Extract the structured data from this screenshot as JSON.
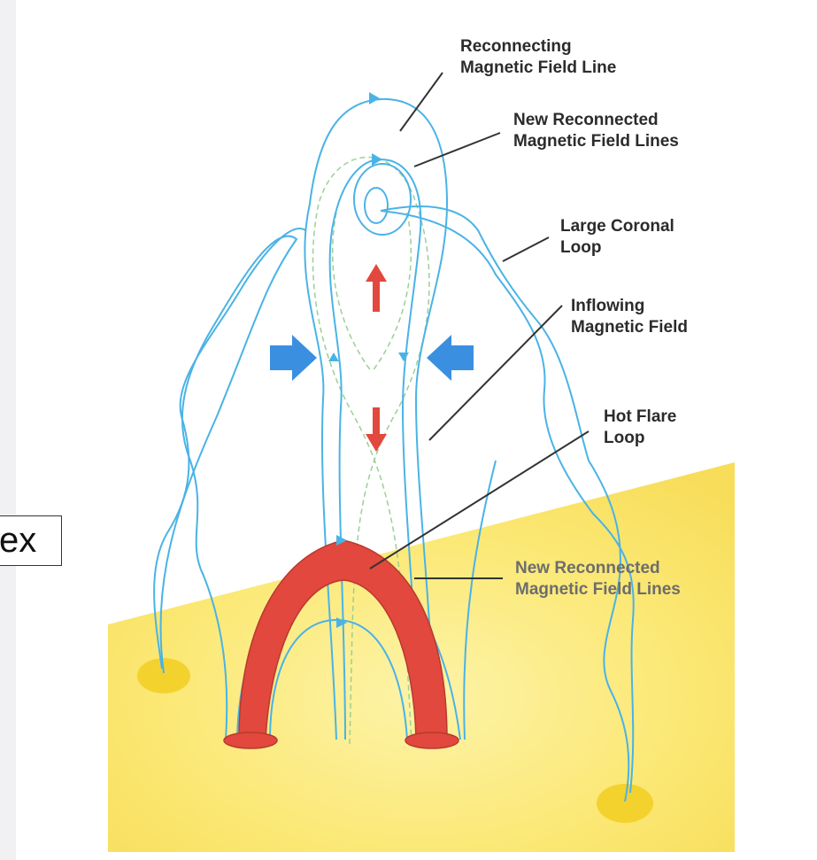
{
  "labels": {
    "reconnecting": [
      "Reconnecting",
      "Magnetic Field Line"
    ],
    "new_reconnected_top": [
      "New Reconnected",
      "Magnetic Field Lines"
    ],
    "large_coronal": [
      "Large Coronal",
      "Loop"
    ],
    "inflowing": [
      "Inflowing",
      "Magnetic Field"
    ],
    "hot_flare": [
      "Hot Flare",
      "Loop"
    ],
    "new_reconnected_bottom": [
      "New Reconnected",
      "Magnetic Field Lines"
    ]
  },
  "left_box_text": "ex",
  "colors": {
    "field_line": "#4ab3e6",
    "dashed_line": "#9ccf96",
    "flare": "#e2483d",
    "arrow_blue": "#3a8fe0",
    "surface": "#fbe97c",
    "footpoint": "#f4d22e"
  }
}
